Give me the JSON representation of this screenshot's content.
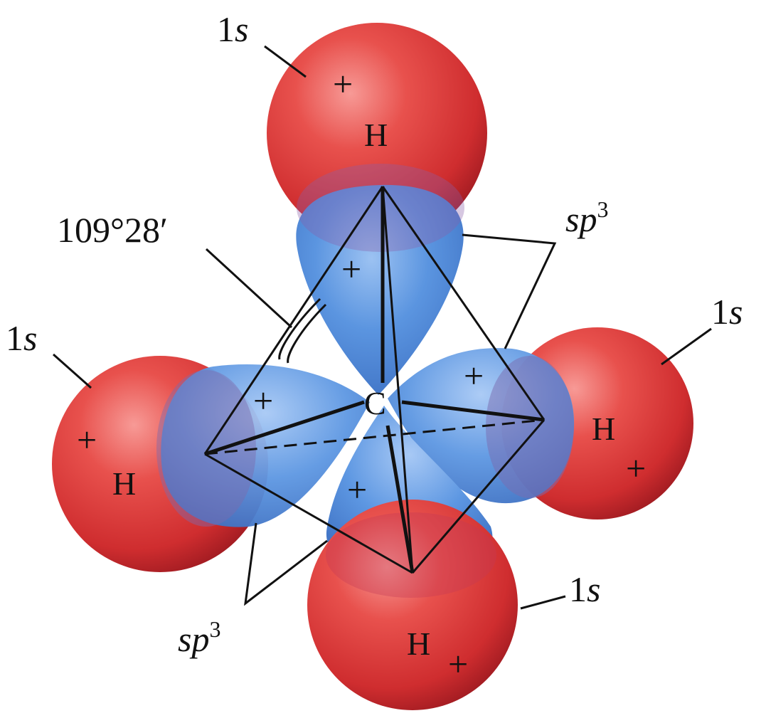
{
  "diagram": {
    "angle_label": "109°28′",
    "center_atom": "C",
    "hydrogen_atoms": [
      {
        "id": "top",
        "symbol": "H",
        "sign": "+",
        "orbital_label": "1s"
      },
      {
        "id": "left",
        "symbol": "H",
        "sign": "+",
        "orbital_label": "1s"
      },
      {
        "id": "right",
        "symbol": "H",
        "sign": "+",
        "orbital_label": "1s"
      },
      {
        "id": "bottom",
        "symbol": "H",
        "sign": "+",
        "orbital_label": "1s"
      }
    ],
    "hybrid_lobe_sign": "+",
    "hybrid_labels": [
      {
        "base": "sp",
        "sup": "3"
      },
      {
        "base": "sp",
        "sup": "3"
      }
    ],
    "colors": {
      "s_orbital": "#e03a3a",
      "hybrid_orbital": "#4a86d8",
      "lines": "#111111"
    }
  }
}
